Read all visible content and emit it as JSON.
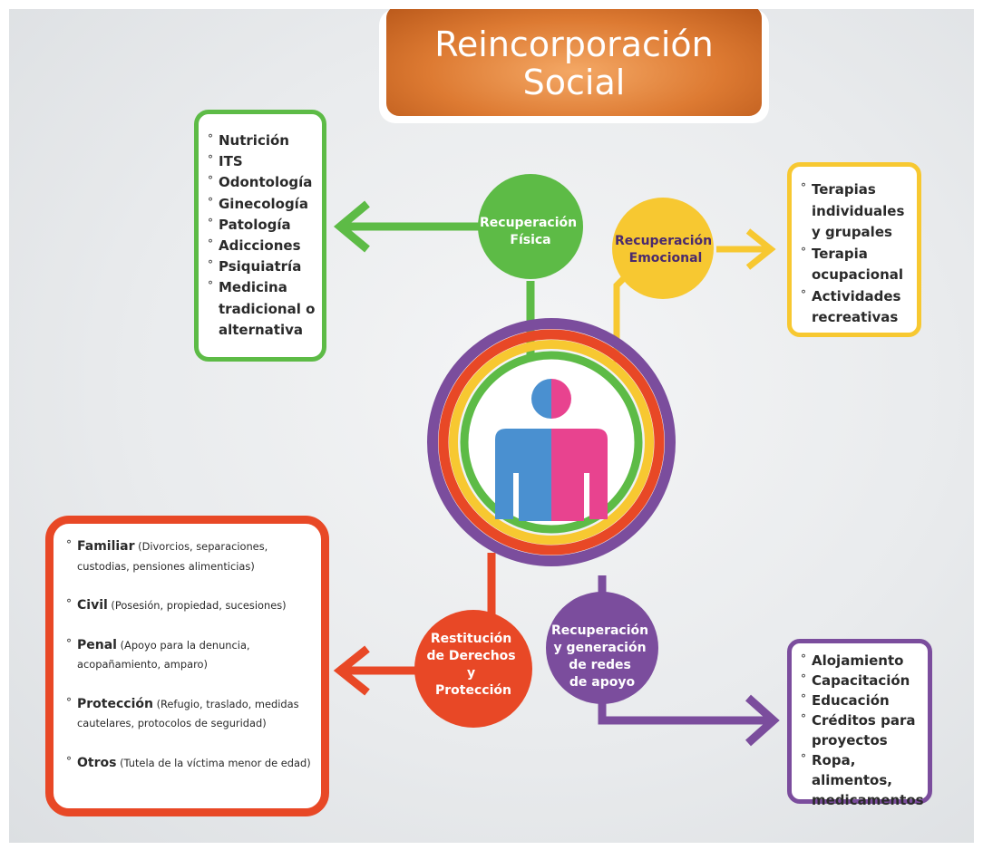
{
  "title": {
    "line1": "Reincorporación",
    "line2": "Social"
  },
  "colors": {
    "fisica": "#5dbb46",
    "emocional": "#f7c831",
    "derechos": "#e84826",
    "redes": "#7b4d9d",
    "title": "#dd7a32",
    "figure_left": "#4a90d0",
    "figure_right": "#e8438f"
  },
  "nodes": {
    "fisica": {
      "line1": "Recuperación",
      "line2": "Física"
    },
    "emocional": {
      "line1": "Recuperación",
      "line2": "Emocional"
    },
    "derechos": {
      "line1": "Restitución",
      "line2": "de Derechos",
      "line3": "y",
      "line4": "Protección"
    },
    "redes": {
      "line1": "Recuperación",
      "line2": "y generación",
      "line3": "de redes",
      "line4": "de apoyo"
    }
  },
  "fisica_items": [
    "Nutrición",
    "ITS",
    "Odontología",
    "Ginecología",
    "Patología",
    "Adicciones",
    "Psiquiatría",
    "Medicina tradicional o alternativa"
  ],
  "emocional_items": [
    "Terapias individuales y grupales",
    "Terapia ocupacional",
    "Actividades recreativas"
  ],
  "derechos_items": [
    {
      "term": "Familiar",
      "detail": "(Divorcios, separaciones, custodias, pensiones alimenticias)"
    },
    {
      "term": "Civil",
      "detail": "(Posesión, propiedad, sucesiones)"
    },
    {
      "term": "Penal",
      "detail": "(Apoyo para la denuncia, acopañamiento, amparo)"
    },
    {
      "term": "Protección",
      "detail": "(Refugio, traslado, medidas cautelares, protocolos de seguridad)"
    },
    {
      "term": "Otros",
      "detail": "(Tutela de la víctima menor de edad)"
    }
  ],
  "redes_items": [
    "Alojamiento",
    "Capacitación",
    "Educación",
    "Créditos para proyectos",
    "Ropa, alimentos, medicamentos"
  ]
}
